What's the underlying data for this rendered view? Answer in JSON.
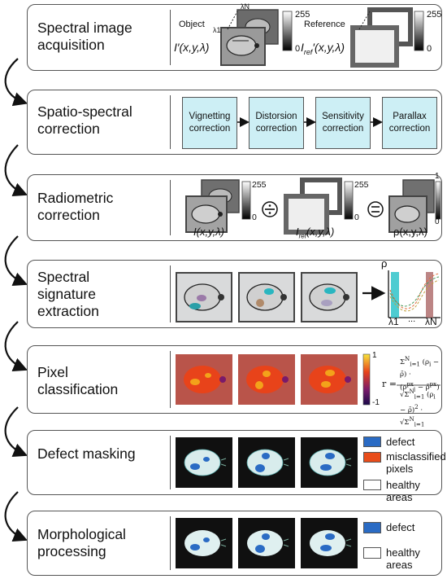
{
  "stages": [
    {
      "id": "acquisition",
      "label": "Spectral image acquisition"
    },
    {
      "id": "spatio",
      "label": "Spatio-spectral correction"
    },
    {
      "id": "radiometric",
      "label": "Radiometric correction"
    },
    {
      "id": "signature",
      "label": "Spectral signature extraction"
    },
    {
      "id": "classification",
      "label": "Pixel classification"
    },
    {
      "id": "masking",
      "label": "Defect masking"
    },
    {
      "id": "morph",
      "label": "Morphological processing"
    }
  ],
  "acquisition": {
    "object_label": "Object",
    "object_var": "I′(x,y,λ)",
    "reference_label": "Reference",
    "reference_var": "I",
    "reference_sub": "ref",
    "reference_args": "′(x,y,λ)",
    "scale_max": "255",
    "scale_min": "0",
    "lambda_n": "λN",
    "lambda_1": "λ1"
  },
  "spatio": {
    "steps": [
      "Vignetting correction",
      "Distorsion correction",
      "Sensitivity correction",
      "Parallax correction"
    ]
  },
  "radiometric": {
    "i_var": "I(x,y,λ)",
    "iref_var": "I",
    "iref_sub": "ref",
    "iref_args": "(x,y,λ)",
    "rho_var": "ρ(x,y,λ)",
    "scale_max": "255",
    "scale_min": "0",
    "rho_max": "1",
    "rho_min": "0"
  },
  "signature": {
    "y_axis": "ρ",
    "x_start": "λ1",
    "x_dots": "...",
    "x_end": "λN"
  },
  "classification": {
    "cbar_max": "1",
    "cbar_min": "-1",
    "r_symbol": "r ="
  },
  "masking": {
    "legend": [
      "defect",
      "misclassified pixels",
      "healthy areas"
    ]
  },
  "morph": {
    "legend": [
      "defect",
      "healthy areas"
    ]
  },
  "colors": {
    "defect": "#2a6bc4",
    "misclassified": "#e84c1a",
    "healthy": "#ffffff",
    "correction_box": "#cdeff5",
    "outline": "#555555"
  }
}
